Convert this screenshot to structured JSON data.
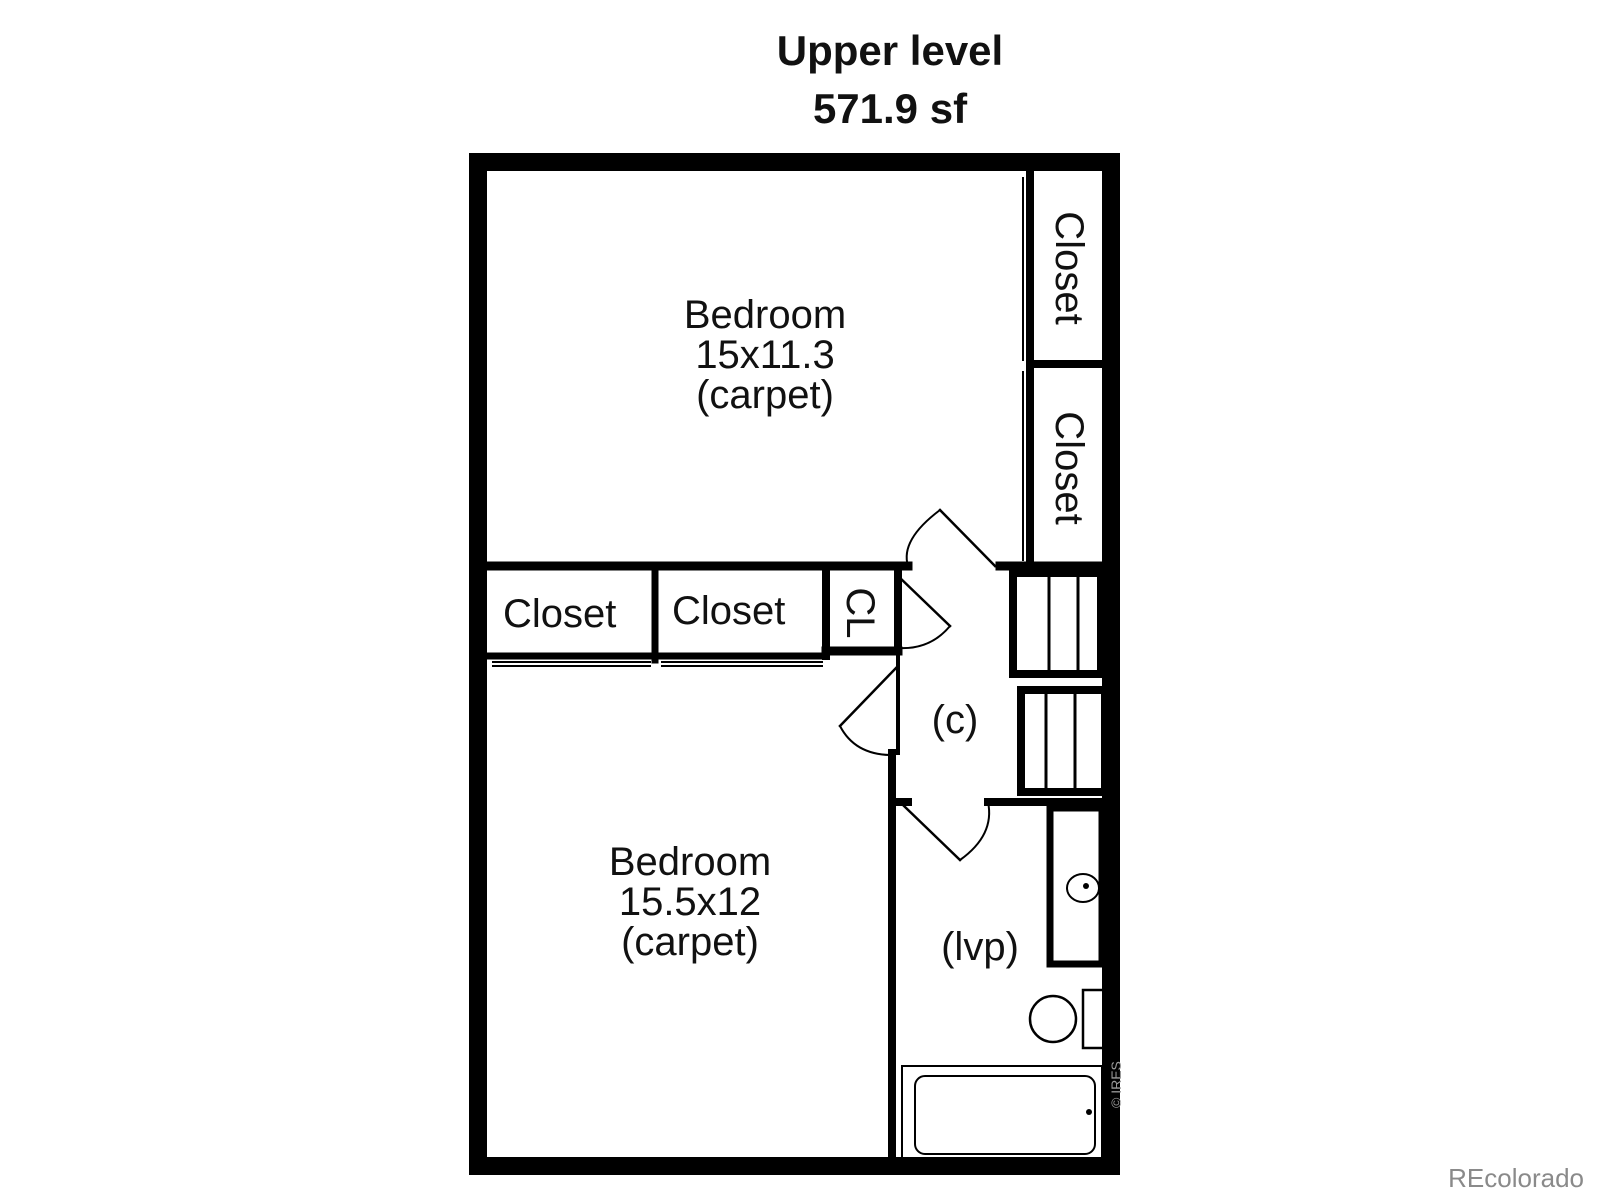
{
  "header": {
    "level": "Upper level",
    "area": "571.9 sf"
  },
  "rooms": {
    "bedroom_top": {
      "name": "Bedroom",
      "size": "15x11.3",
      "floor": "(carpet)"
    },
    "bedroom_bottom": {
      "name": "Bedroom",
      "size": "15.5x12",
      "floor": "(carpet)"
    },
    "hall": {
      "floor": "(c)"
    },
    "bath": {
      "floor": "(lvp)"
    }
  },
  "closets": {
    "right_top": "Closet",
    "right_bottom": "Closet",
    "mid_left": "Closet",
    "mid_center": "Closet",
    "small": "CL"
  },
  "watermark": "REcolorado",
  "copyright": "© IRES"
}
